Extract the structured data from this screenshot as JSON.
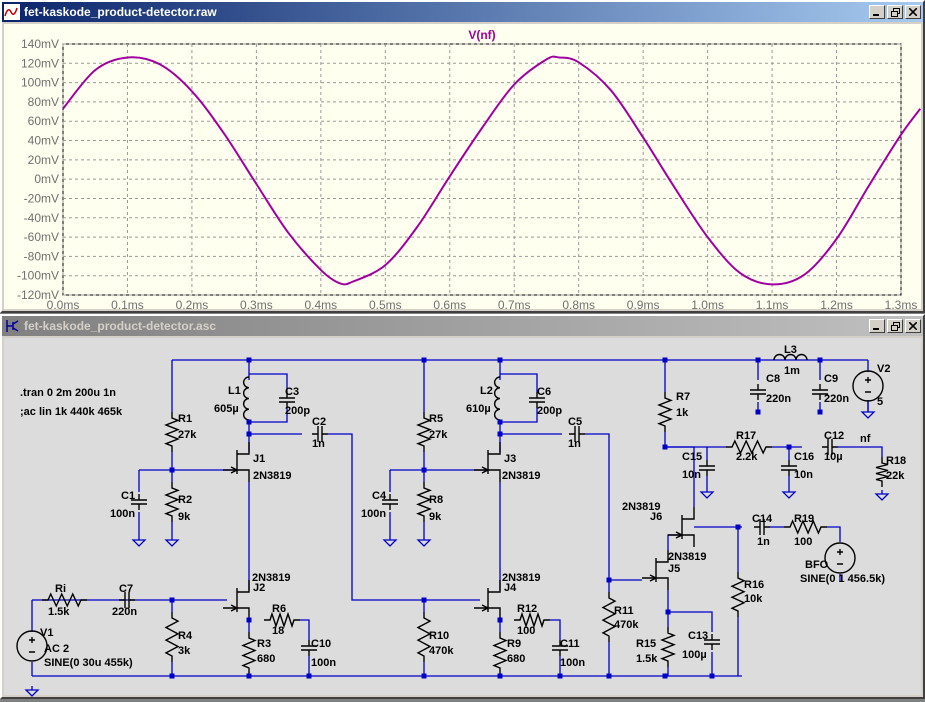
{
  "waveform_window": {
    "title": "fet-kaskode_product-detector.raw",
    "icon": "waveform-icon",
    "buttons": [
      "minimize-icon",
      "restore-icon",
      "close-icon"
    ]
  },
  "schematic_window": {
    "title": "fet-kaskode_product-detector.asc",
    "icon": "schematic-icon",
    "buttons": [
      "minimize-icon",
      "restore-icon",
      "close-icon"
    ]
  },
  "chart_data": {
    "type": "line",
    "title": "V(nf)",
    "xlabel": "",
    "ylabel": "",
    "xlim": [
      0,
      1.3
    ],
    "ylim": [
      -120,
      140
    ],
    "x_ticks": [
      "0.0ms",
      "0.1ms",
      "0.2ms",
      "0.3ms",
      "0.4ms",
      "0.5ms",
      "0.6ms",
      "0.7ms",
      "0.8ms",
      "0.9ms",
      "1.0ms",
      "1.1ms",
      "1.2ms",
      "1.3ms"
    ],
    "y_ticks": [
      "140mV",
      "120mV",
      "100mV",
      "80mV",
      "60mV",
      "40mV",
      "20mV",
      "0mV",
      "-20mV",
      "-40mV",
      "-60mV",
      "-80mV",
      "-100mV",
      "-120mV"
    ],
    "grid": true,
    "series": [
      {
        "name": "V(nf)",
        "color": "#a000a0",
        "x": [
          0.0,
          0.05,
          0.1,
          0.15,
          0.2,
          0.25,
          0.3,
          0.35,
          0.4,
          0.43,
          0.45,
          0.5,
          0.55,
          0.6,
          0.65,
          0.7,
          0.75,
          0.77,
          0.8,
          0.85,
          0.9,
          0.95,
          1.0,
          1.05,
          1.1,
          1.15,
          1.2,
          1.25,
          1.3,
          1.33
        ],
        "y": [
          73,
          113,
          126,
          119,
          91,
          47,
          -5,
          -56,
          -94,
          -108,
          -106,
          -89,
          -49,
          3,
          53,
          98,
          124,
          126,
          121,
          92,
          43,
          -10,
          -60,
          -97,
          -109,
          -99,
          -62,
          -7,
          46,
          73
        ]
      }
    ]
  },
  "schematic": {
    "directives": [
      ".tran 0 2m 200u 1n",
      ";ac lin 1k 440k 465k"
    ],
    "labels": {
      "L1": "L1",
      "L1v": "605µ",
      "C3": "C3",
      "C3v": "200p",
      "C2": "C2",
      "C2v": "1n",
      "R1": "R1",
      "R1v": "27k",
      "J1": "J1",
      "J1m": "2N3819",
      "C1": "C1",
      "C1v": "100n",
      "R2": "R2",
      "R2v": "9k",
      "Ri": "Ri",
      "Riv": "1.5k",
      "C7": "C7",
      "C7v": "220n",
      "J2": "J2",
      "J2m": "2N3819",
      "R6": "R6",
      "R6v": "18",
      "R4": "R4",
      "R4v": "3k",
      "R3": "R3",
      "R3v": "680",
      "C10": "C10",
      "C10v": "100n",
      "V1": "V1",
      "V1a": "AC 2",
      "V1s": "SINE(0 30u 455k)",
      "L2": "L2",
      "L2v": "610µ",
      "C6": "C6",
      "C6v": "200p",
      "C5": "C5",
      "C5v": "1n",
      "R5": "R5",
      "R5v": "27k",
      "J3": "J3",
      "J3m": "2N3819",
      "C4": "C4",
      "C4v": "100n",
      "R8": "R8",
      "R8v": "9k",
      "J4": "J4",
      "J4m": "2N3819",
      "R12": "R12",
      "R12v": "100",
      "R10": "R10",
      "R10v": "470k",
      "R9": "R9",
      "R9v": "680",
      "C11": "C11",
      "C11v": "100n",
      "R11": "R11",
      "R11v": "470k",
      "L3": "L3",
      "L3v": "1m",
      "C8": "C8",
      "C8v": "220n",
      "C9": "C9",
      "C9v": "220n",
      "V2": "V2",
      "V2v": "5",
      "R7": "R7",
      "R7v": "1k",
      "C15": "C15",
      "C15v": "10n",
      "R17": "R17",
      "R17v": "2.2k",
      "C16": "C16",
      "C16v": "10n",
      "C12": "C12",
      "C12v": "10µ",
      "nf": "nf",
      "R18": "R18",
      "R18v": "22k",
      "J6m": "2N3819",
      "J6": "J6",
      "C14": "C14",
      "C14v": "1n",
      "R19": "R19",
      "R19v": "100",
      "BFO": "BFO",
      "BFOs": "SINE(0 1 456.5k)",
      "J5m": "2N3819",
      "J5": "J5",
      "R16": "R16",
      "R16v": "10k",
      "C13": "C13",
      "C13v": "100µ",
      "R15": "R15",
      "R15v": "1.5k"
    }
  }
}
